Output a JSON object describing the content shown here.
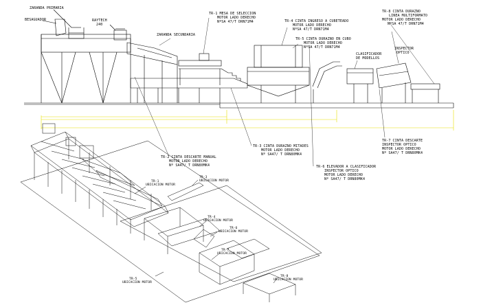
{
  "elevation_labels": {
    "zaranda_primaria": "ZARANDA PRIMARIA",
    "besaguador": "BESAGUADOR",
    "raytech": [
      "RAYTECH",
      "240"
    ],
    "zaranda_secundaria": "ZARANDA SECUNDARIA",
    "tr1": [
      "TR-1 MESA DE SELECCION",
      "MOTOR LADO DERECHO",
      "NºSA 47/T DRN71M4"
    ],
    "tr4": [
      "TR-4 CINTA INGRESO A CUBETEADO",
      "MOTOR LADO DERECHO",
      "NºSA 47/T DRN71M4"
    ],
    "tr5": [
      "TR-5 CINTA DURAZNO EN CUBO",
      "MOTOR LADO DERECHO",
      "NºSA 47/T DRN71M4"
    ],
    "tr8": [
      "TR-8 CINTA DURAZNO",
      "LINEA MULTIFORMATO",
      "MOTOR LADO DERECHO",
      "NºSA 47/T DRN71M4"
    ],
    "inspector_optico": [
      "INSPECTOR",
      "OPTICO"
    ],
    "clasificador": [
      "CLASIFICADOR",
      "DE MODELLOS"
    ],
    "tr2": [
      "TR-2 CINTA DESCARTE MANUAL",
      "MOTOR LADO DERECHO",
      "Nº SA47/ T DRN80MK4"
    ],
    "tr3": [
      "TR-3 CINTA DURAZNO MITADES",
      "MOTOR LADO DERECHO",
      "Nº SA47/ T DRN80MK4"
    ],
    "tr6": [
      "TR-6 ELEVADOR A CLASIFICADOR",
      "INSPECTOR OPTICO",
      "MOTOR LADO DERECHO",
      "Nº SA47/ T DRN80MK4"
    ],
    "tr7": [
      "TR-7 CINTA DESCARTE",
      "INSPECTOR OPTICO",
      "MOTOR LADO DERECHO",
      "Nº SA47/ T DRN80MK4"
    ]
  },
  "iso_labels": {
    "tr1": [
      "TR-1",
      "UBICACION MOTOR"
    ],
    "tr3": [
      "TR-3",
      "UBICACION MOTOR"
    ],
    "tr4": [
      "TR-4",
      "UBICACION MOTOR"
    ],
    "tr6": [
      "TR-6",
      "UBICACION MOTOR"
    ],
    "tr7": [
      "TR-7",
      "UBICACION MOTOR"
    ],
    "tr5": [
      "TR-5",
      "UBICACION MOTOR"
    ],
    "tr8": [
      "TR-8",
      "UBICACION MOTOR"
    ]
  },
  "footer_note": "",
  "colors": {
    "line": "#000000",
    "dim": "#e8e000",
    "paper": "#ffffff"
  }
}
